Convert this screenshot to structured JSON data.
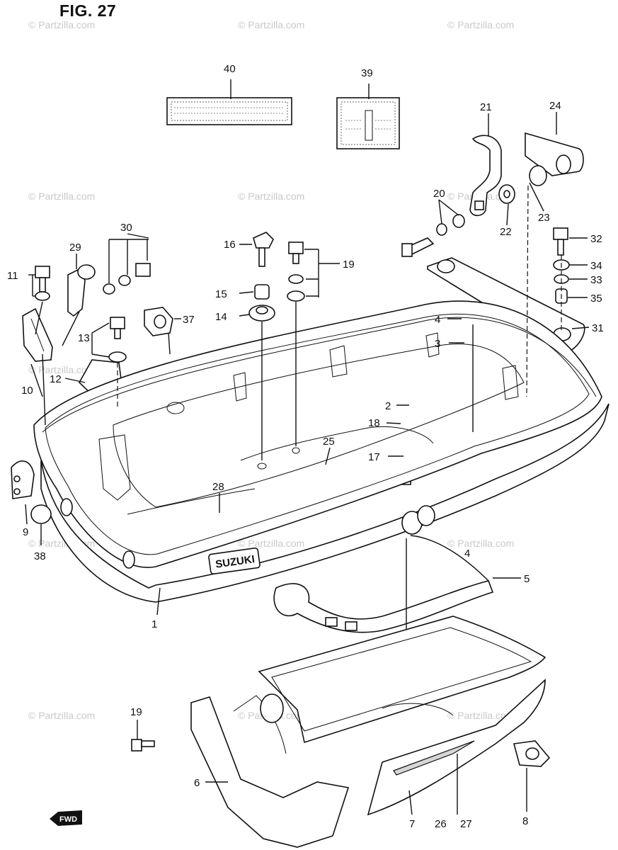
{
  "figure": {
    "title": "FIG. 27"
  },
  "watermark": {
    "text": "© Partzilla.com"
  },
  "badges": {
    "brand": "SUZUKI",
    "direction": "FWD"
  },
  "callouts": {
    "c1": "1",
    "c2": "2",
    "c3": "3",
    "c4a": "4",
    "c4b": "4",
    "c5": "5",
    "c6": "6",
    "c7": "7",
    "c8": "8",
    "c9": "9",
    "c10": "10",
    "c11": "11",
    "c12": "12",
    "c13": "13",
    "c14": "14",
    "c15": "15",
    "c16": "16",
    "c17": "17",
    "c18": "18",
    "c19a": "19",
    "c19b": "19",
    "c20": "20",
    "c21": "21",
    "c22": "22",
    "c23": "23",
    "c24": "24",
    "c25": "25",
    "c26": "26",
    "c27": "27",
    "c28": "28",
    "c29": "29",
    "c30": "30",
    "c31": "31",
    "c32": "32",
    "c33": "33",
    "c34": "34",
    "c35": "35",
    "c37": "37",
    "c38": "38",
    "c39": "39",
    "c40": "40"
  }
}
